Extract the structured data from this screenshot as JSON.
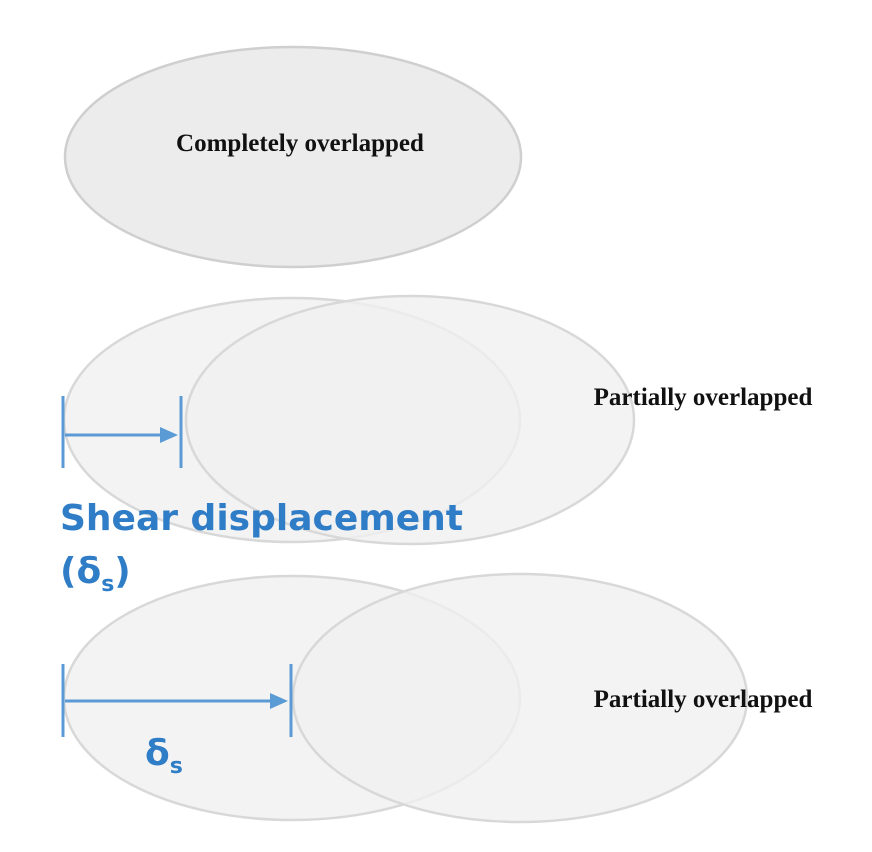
{
  "diagram": {
    "labels": {
      "complete": "Completely overlapped",
      "partial_1": "Partially overlapped",
      "partial_2": "Partially overlapped"
    },
    "shear": {
      "title": "Shear displacement",
      "symbol_open": "(",
      "symbol": "δ",
      "subscript": "s",
      "symbol_close": ")"
    },
    "delta": {
      "symbol": "δ",
      "subscript": "s"
    },
    "colors": {
      "accent": "#2f7cc7",
      "arrow": "#5b9bd5",
      "ellipse_fill": "#efefef",
      "ellipse_stroke": "#d8d8d8"
    }
  }
}
